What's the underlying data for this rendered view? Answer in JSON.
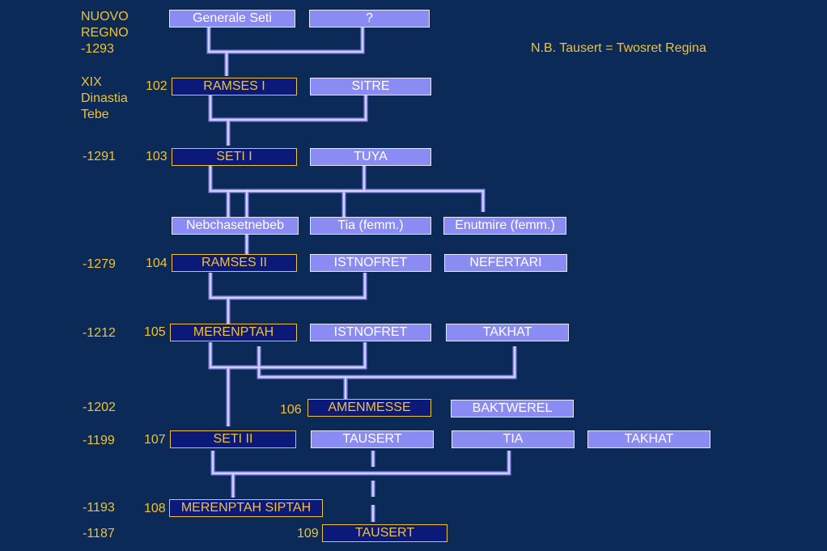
{
  "header": {
    "era_1": "NUOVO",
    "era_2": "REGNO",
    "era_date": "-1293",
    "dyn_1": "XIX",
    "dyn_2": "Dinastia",
    "dyn_3": "Tebe",
    "note": "N.B. Tausert = Twosret Regina"
  },
  "dates": [
    "-1291",
    "-1279",
    "-1212",
    "-1202",
    "-1199",
    "-1193",
    "-1187"
  ],
  "numbers": [
    "102",
    "103",
    "104",
    "105",
    "106",
    "107",
    "108",
    "109"
  ],
  "people": {
    "generale_seti": "Generale Seti",
    "unknown": "?",
    "ramses1": "RAMSES  I",
    "sitre": "SITRE",
    "seti1": "SETI  I",
    "tuya": "TUYA",
    "nebchasetnebeb": "Nebchasetnebeb",
    "tia_femm": "Tia (femm.)",
    "enutmire": "Enutmire (femm.)",
    "ramses2": "RAMSES  II",
    "istnofret1": "ISTNOFRET",
    "nefertari": "NEFERTARI",
    "merenptah": "MERENPTAH",
    "istnofret2": "ISTNOFRET",
    "takhat1": "TAKHAT",
    "amenmesse": "AMENMESSE",
    "baktwerel": "BAKTWEREL",
    "seti2": "SETI  II",
    "tausert1": "TAUSERT",
    "tia2": "TIA",
    "takhat2": "TAKHAT",
    "merenptah_siptah": "MERENPTAH SIPTAH",
    "tausert2": "TAUSERT"
  },
  "colors": {
    "background": "#0b2a57",
    "label_gold": "#f1c232",
    "spouse_box": "#8b8bf4",
    "king_box": "#0b1a78",
    "connector": "#e8e8ff"
  }
}
